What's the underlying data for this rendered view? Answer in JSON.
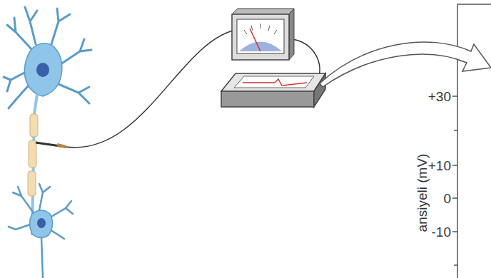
{
  "diagram": {
    "labels": [
      "+30",
      "+10",
      "0",
      "-10",
      "ansiyeli (mV)"
    ]
  }
}
